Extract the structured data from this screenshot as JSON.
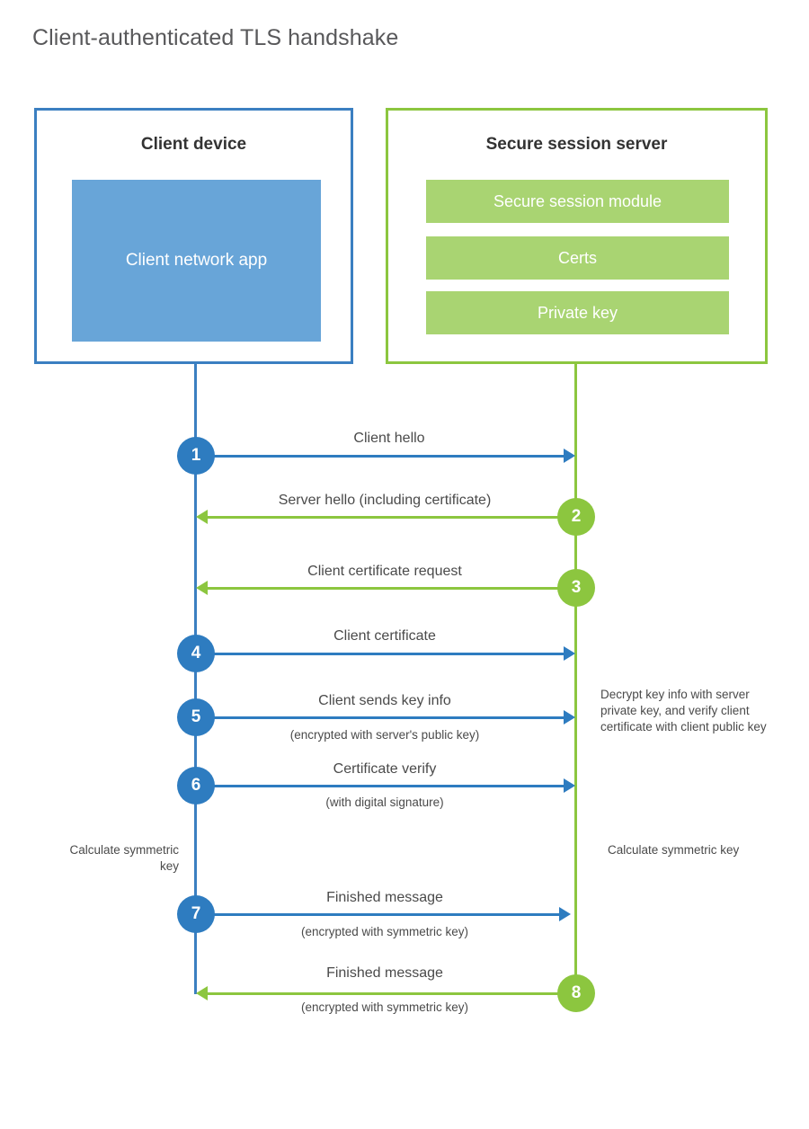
{
  "title": "Client-authenticated TLS handshake",
  "colors": {
    "client_accent": "#2e7cc0",
    "client_border": "#3b7fc1",
    "client_block_fill": "#68a5d8",
    "server_accent": "#8cc63f",
    "server_block_fill": "#a9d472",
    "text_gray": "#4a4a4a",
    "title_gray": "#58585a",
    "heading_dark": "#333333",
    "background": "#ffffff"
  },
  "client": {
    "title": "Client device",
    "app_label": "Client network app"
  },
  "server": {
    "title": "Secure session server",
    "blocks": [
      {
        "label": "Secure session module"
      },
      {
        "label": "Certs"
      },
      {
        "label": "Private key"
      }
    ]
  },
  "steps": [
    {
      "number": "1",
      "label": "Client hello",
      "sublabel": "",
      "direction": "client-to-server",
      "side": "client",
      "color": "blue"
    },
    {
      "number": "2",
      "label": "Server hello (including certificate)",
      "sublabel": "",
      "direction": "server-to-client",
      "side": "server",
      "color": "green"
    },
    {
      "number": "3",
      "label": "Client certificate request",
      "sublabel": "",
      "direction": "server-to-client",
      "side": "server",
      "color": "green"
    },
    {
      "number": "4",
      "label": "Client certificate",
      "sublabel": "",
      "direction": "client-to-server",
      "side": "client",
      "color": "blue"
    },
    {
      "number": "5",
      "label": "Client sends key info",
      "sublabel": "(encrypted with server's public key)",
      "direction": "client-to-server",
      "side": "client",
      "color": "blue"
    },
    {
      "number": "6",
      "label": "Certificate verify",
      "sublabel": "(with digital signature)",
      "direction": "client-to-server",
      "side": "client",
      "color": "blue"
    },
    {
      "number": "7",
      "label": "Finished message",
      "sublabel": "(encrypted with symmetric key)",
      "direction": "client-to-server",
      "side": "client",
      "color": "blue"
    },
    {
      "number": "8",
      "label": "Finished message",
      "sublabel": "(encrypted with symmetric key)",
      "direction": "server-to-client",
      "side": "server",
      "color": "green"
    }
  ],
  "notes": {
    "server_decrypt": "Decrypt key info with server private key, and verify client certificate with client public key",
    "client_symmetric": "Calculate symmetric key",
    "server_symmetric": "Calculate symmetric key"
  }
}
